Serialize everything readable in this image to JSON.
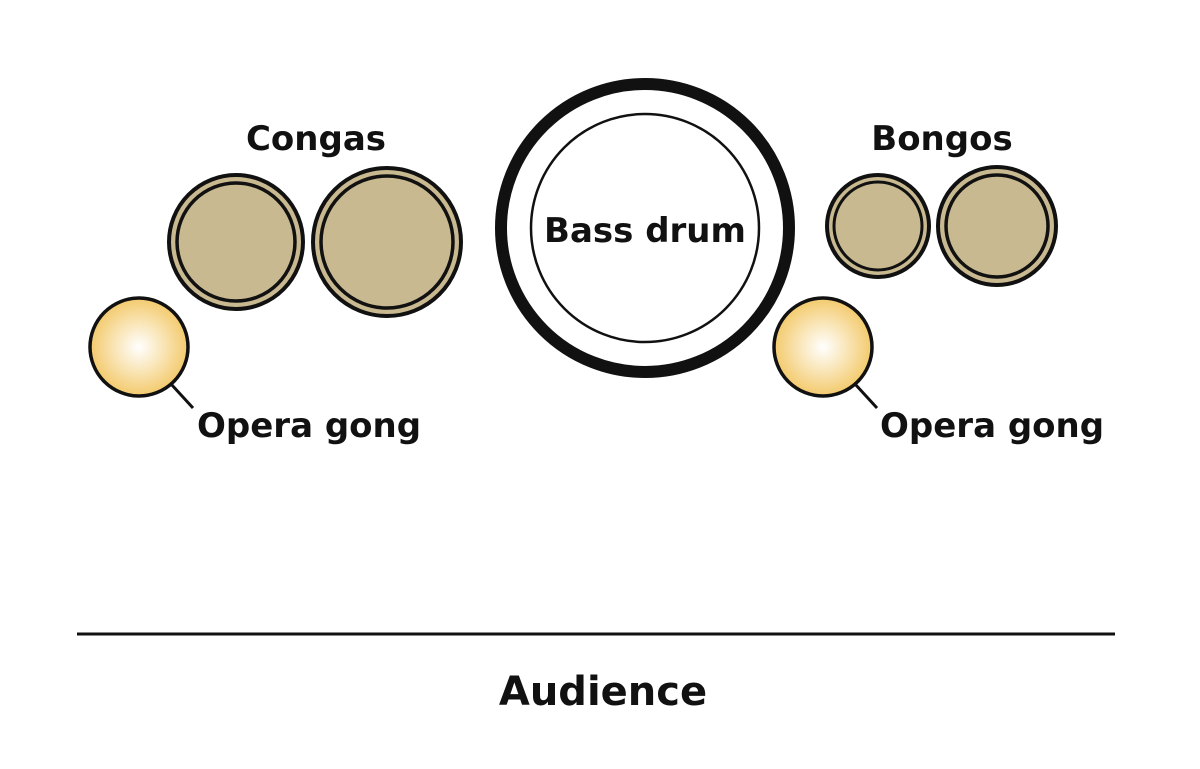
{
  "labels": {
    "congas": "Congas",
    "bongos": "Bongos",
    "bass_drum": "Bass drum",
    "opera_gong_left": "Opera gong",
    "opera_gong_right": "Opera gong",
    "audience": "Audience"
  },
  "colors": {
    "drum_fill": "#c9b990",
    "gong_fill": "#f2c862",
    "outline": "#111111"
  }
}
